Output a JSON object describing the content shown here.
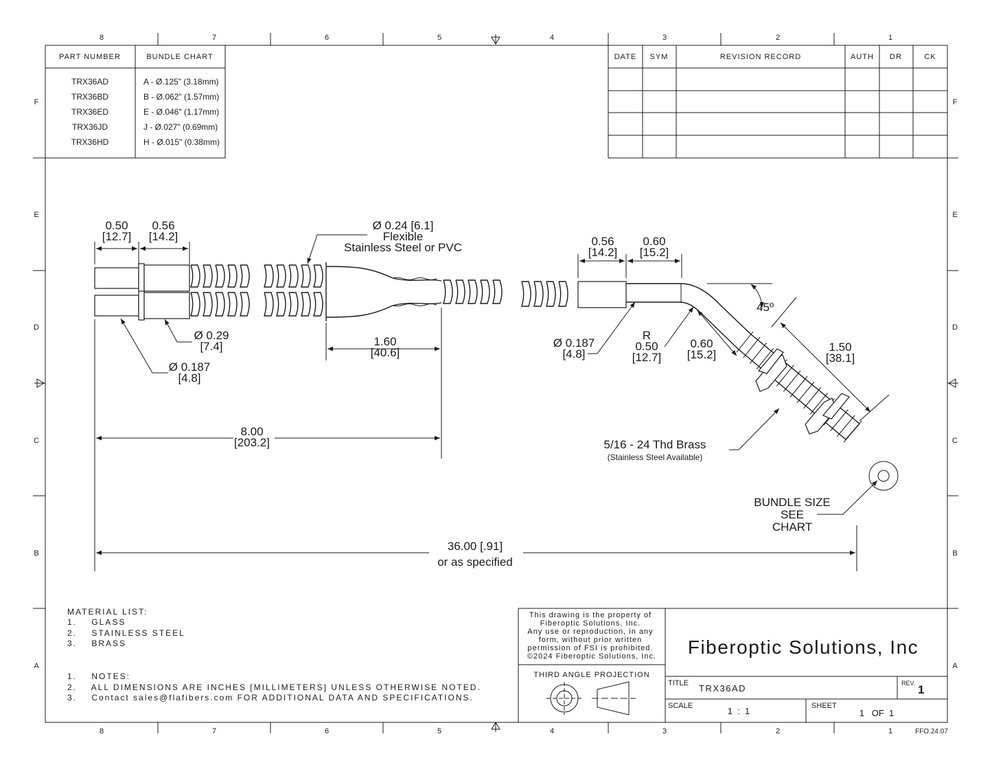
{
  "zones": {
    "columns": [
      "8",
      "7",
      "6",
      "5",
      "4",
      "3",
      "2",
      "1"
    ],
    "rows": [
      "F",
      "E",
      "D",
      "C",
      "B",
      "A"
    ]
  },
  "bundle_chart": {
    "header_part": "PART NUMBER",
    "header_bundle": "BUNDLE CHART",
    "rows": [
      {
        "part": "TRX36AD",
        "bundle": "A - Ø.125\" (3.18mm)"
      },
      {
        "part": "TRX36BD",
        "bundle": "B - Ø.062\" (1.57mm)"
      },
      {
        "part": "TRX36ED",
        "bundle": "E - Ø.046\" (1.17mm)"
      },
      {
        "part": "TRX36JD",
        "bundle": "J  - Ø.027\" (0.69mm)"
      },
      {
        "part": "TRX36HD",
        "bundle": "H - Ø.015\" (0.38mm)"
      }
    ]
  },
  "revision": {
    "headers": [
      "DATE",
      "SYM",
      "REVISION RECORD",
      "AUTH",
      "DR",
      "CK"
    ]
  },
  "dims": {
    "d050": "0.50",
    "d050mm": "[12.7]",
    "d056": "0.56",
    "d056mm": "[14.2]",
    "sheath1": "Ø 0.24 [6.1]",
    "sheath2": "Flexible",
    "sheath3": "Stainless Steel or PVC",
    "r056": "0.56",
    "r056mm": "[14.2]",
    "r060": "0.60",
    "r060mm": "[15.2]",
    "angle": "45º",
    "d029": "Ø 0.29",
    "d029mm": "[7.4]",
    "d0187l": "Ø 0.187",
    "d0187lmm": "[4.8]",
    "d160": "1.60",
    "d160mm": "[40.6]",
    "d0187r": "Ø 0.187",
    "d0187rmm": "[4.8]",
    "rR": "R",
    "r050": "0.50",
    "r050mm": "[12.7]",
    "b060": "0.60",
    "b060mm": "[15.2]",
    "d150": "1.50",
    "d150mm": "[38.1]",
    "thread": "5/16 - 24 Thd Brass",
    "thread_sub": "(Stainless Steel Available)",
    "d800": "8.00",
    "d800mm": "[203.2]",
    "bundle1": "BUNDLE SIZE",
    "bundle2": "SEE",
    "bundle3": "CHART",
    "d3600": "36.00 [.91]",
    "d3600b": "or as specified"
  },
  "materials": {
    "title": "MATERIAL LIST:",
    "items": [
      "1.    GLASS",
      "2.    STAINLESS STEEL",
      "3.    BRASS"
    ]
  },
  "notes": {
    "items": [
      "1.    NOTES:",
      "2.    ALL DIMENSIONS ARE INCHES [MILLIMETERS] UNLESS OTHERWISE NOTED.",
      "3.    Contact sales@flafibers.com FOR ADDITIONAL DATA AND SPECIFICATIONS."
    ]
  },
  "title_block": {
    "property": [
      "This drawing is the property of",
      "Fiberoptic Solutions, Inc.",
      "Any use or reproduction, in any",
      "form, without prior written",
      "permission of FSI is prohibited.",
      "©2024 Fiberoptic Solutions, Inc."
    ],
    "projection": "THIRD ANGLE PROJECTION",
    "company": "Fiberoptic Solutions, Inc",
    "title_label": "TITLE",
    "title_value": "TRX36AD",
    "rev_label": "REV.",
    "rev_value": "1",
    "scale_label": "SCALE",
    "scale_value": "1  :  1",
    "sheet_label": "SHEET",
    "sheet_value": "1   OF  1"
  },
  "doc_code": "FFO.24.07"
}
